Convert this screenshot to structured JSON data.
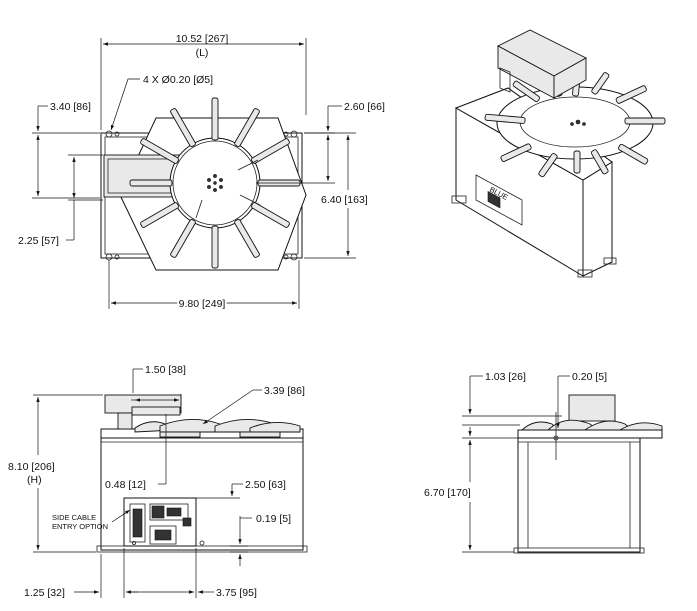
{
  "top_view": {
    "length": "10.52 [267]",
    "length_sub": "(L)",
    "holes": "4 X Ø0.20 [Ø5]",
    "left_offset": "3.40 [86]",
    "right_offset": "2.60 [66]",
    "width": "6.40 [163]",
    "motor_offset": "2.25 [57]",
    "hole_spacing": "9.80 [249]"
  },
  "front_view": {
    "motor_width": "1.50 [38]",
    "arm_extent": "3.39 [86]",
    "height": "8.10 [206]",
    "height_sub": "(H)",
    "motor_offset": "0.48 [12]",
    "connector_height": "2.50 [63]",
    "foot_height": "0.19 [5]",
    "side_cable_line1": "SIDE CABLE",
    "side_cable_line2": "ENTRY OPTION",
    "left_offset": "1.25 [32]",
    "panel_width": "3.75 [95]"
  },
  "side_view": {
    "arm_height": "1.03 [26]",
    "plate_thickness": "0.20 [5]",
    "body_height": "6.70 [170]"
  },
  "iso_view": {
    "badge": "BLUE"
  }
}
